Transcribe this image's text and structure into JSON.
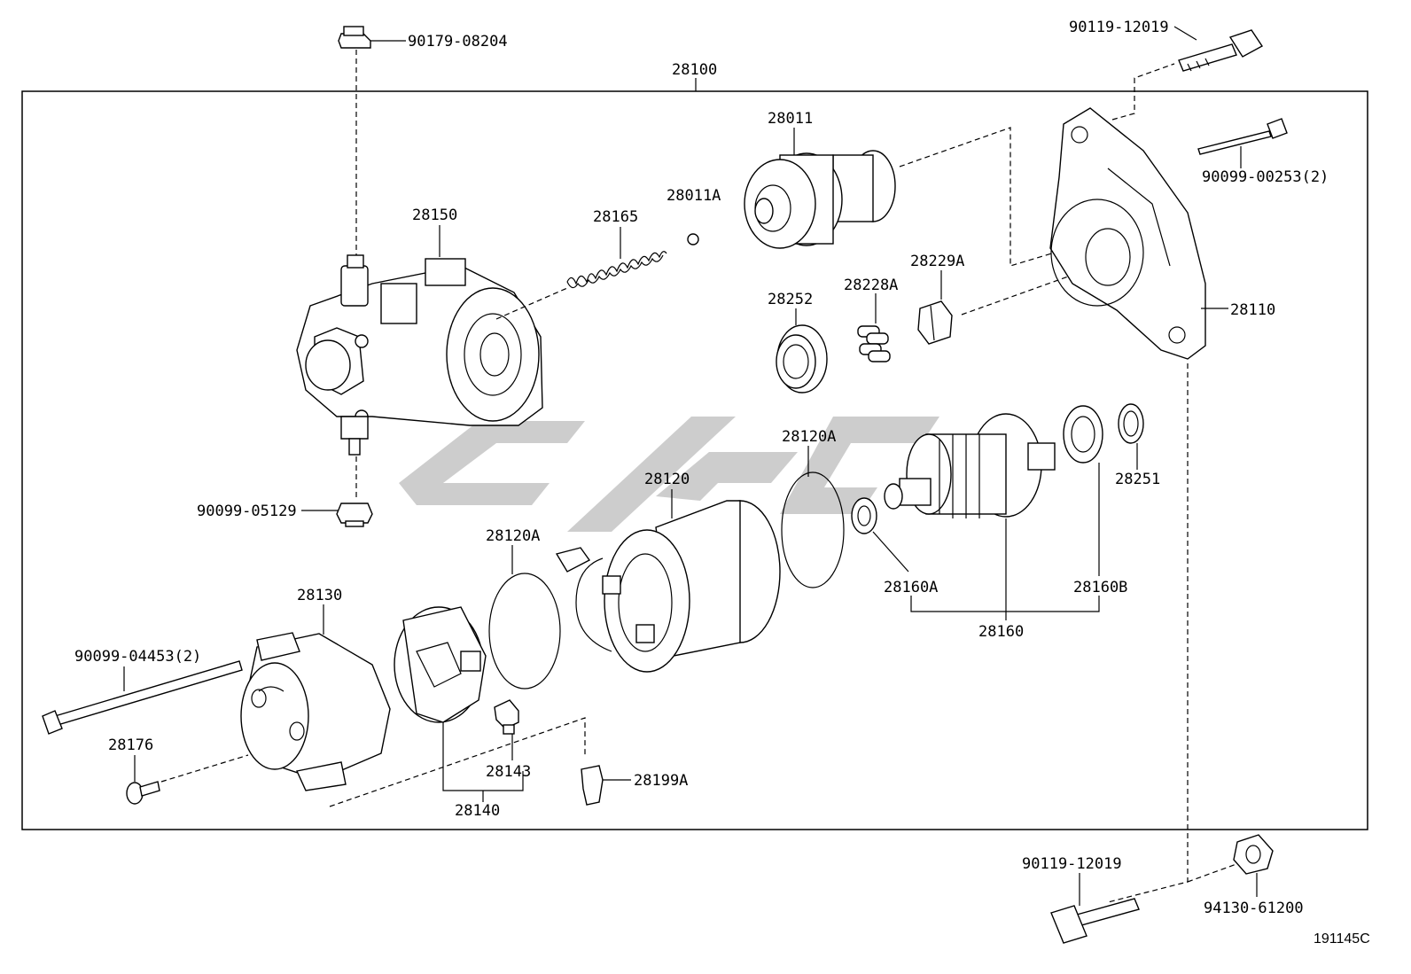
{
  "diagram": {
    "assembly_number": "28100",
    "reference_code": "191145C",
    "part_labels": {
      "p90179_08204": "90179-08204",
      "p90119_12019_top": "90119-12019",
      "p90099_00253": "90099-00253(2)",
      "p28011": "28011",
      "p28011a": "28011A",
      "p28150": "28150",
      "p28165": "28165",
      "p28229a": "28229A",
      "p28228a": "28228A",
      "p28252": "28252",
      "p28110": "28110",
      "p28120a_top": "28120A",
      "p28120": "28120",
      "p28120a_left": "28120A",
      "p90099_05129": "90099-05129",
      "p28251": "28251",
      "p28160a": "28160A",
      "p28160b": "28160B",
      "p28160": "28160",
      "p28130": "28130",
      "p90099_04453": "90099-04453(2)",
      "p28176": "28176",
      "p28143": "28143",
      "p28140": "28140",
      "p28199a": "28199A",
      "p90119_12019_bottom": "90119-12019",
      "p94130_61200": "94130-61200"
    }
  }
}
